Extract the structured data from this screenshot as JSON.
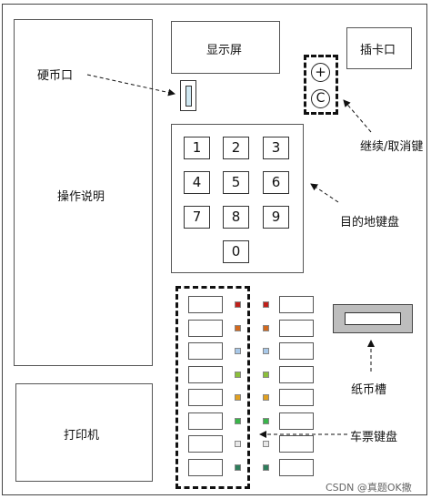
{
  "labels": {
    "display_screen": "显示屏",
    "card_slot": "插卡口",
    "coin_slot": "硬币口",
    "instructions": "操作说明",
    "continue_cancel": "继续/取消键",
    "destination_keypad": "目的地键盘",
    "note_slot": "纸币槽",
    "ticket_keypad": "车票键盘",
    "printer": "打印机",
    "watermark": "CSDN @真题OK撒"
  },
  "buttons": {
    "continue": "+",
    "cancel": "C"
  },
  "keypad": {
    "keys": [
      "1",
      "2",
      "3",
      "4",
      "5",
      "6",
      "7",
      "8",
      "9",
      "0"
    ]
  },
  "ticket_keypad": {
    "left_led_colors": [
      "#c0201a",
      "#d2691e",
      "#a8c8e8",
      "#8bbf3a",
      "#e0a020",
      "#39b54a",
      "#e8e8e8",
      "#2e7d5b"
    ],
    "right_led_colors": [
      "#c0201a",
      "#d2691e",
      "#a8c8e8",
      "#8bbf3a",
      "#e0a020",
      "#39b54a",
      "#e8e8e8",
      "#2e7d5b"
    ]
  }
}
